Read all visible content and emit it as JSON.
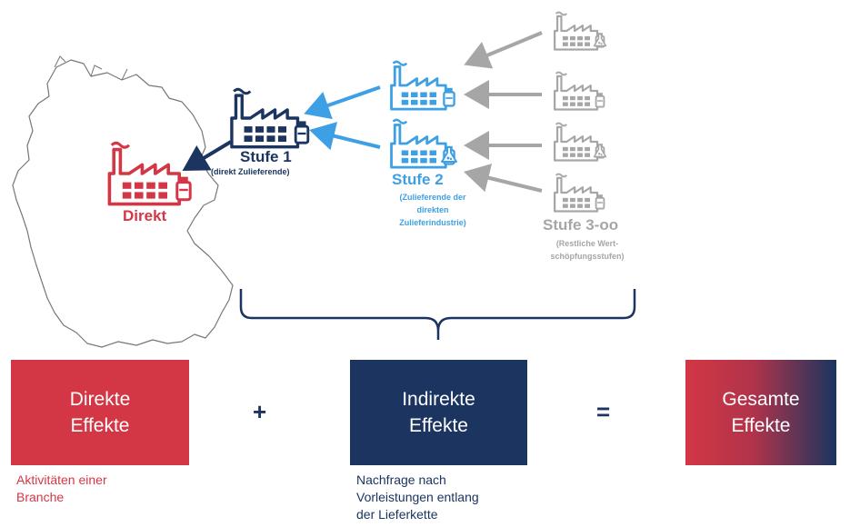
{
  "colors": {
    "red": "#d33745",
    "navy": "#1b3560",
    "blue": "#3ea0e4",
    "grey": "#a6a6a6"
  },
  "map": {
    "country_icon": "germany-map-outline",
    "direct_label": "Direkt",
    "direct_icon": "factory-icon"
  },
  "tier1": {
    "title": "Stufe 1",
    "subtitle": "(direkt Zulieferende)",
    "icon": "factory-icon"
  },
  "tier2": {
    "title": "Stufe 2",
    "subtitle_lines": [
      "(Zulieferende der",
      "direkten",
      "Zulieferindustrie)"
    ],
    "icon": "factory-icon"
  },
  "tier3": {
    "title": "Stufe 3-oo",
    "subtitle_lines": [
      "(Restliche Wert-",
      "schöpfungsstufen)"
    ],
    "icon": "factory-icon"
  },
  "boxes": {
    "direct": {
      "line1": "Direkte",
      "line2": "Effekte"
    },
    "indirect": {
      "line1": "Indirekte",
      "line2": "Effekte"
    },
    "total": {
      "line1": "Gesamte",
      "line2": "Effekte"
    }
  },
  "operators": {
    "plus": "+",
    "equals": "="
  },
  "notes": {
    "direct": [
      "Aktivitäten einer",
      "Branche"
    ],
    "indirect": [
      "Nachfrage nach",
      "Vorleistungen entlang",
      "der Lieferkette"
    ]
  }
}
